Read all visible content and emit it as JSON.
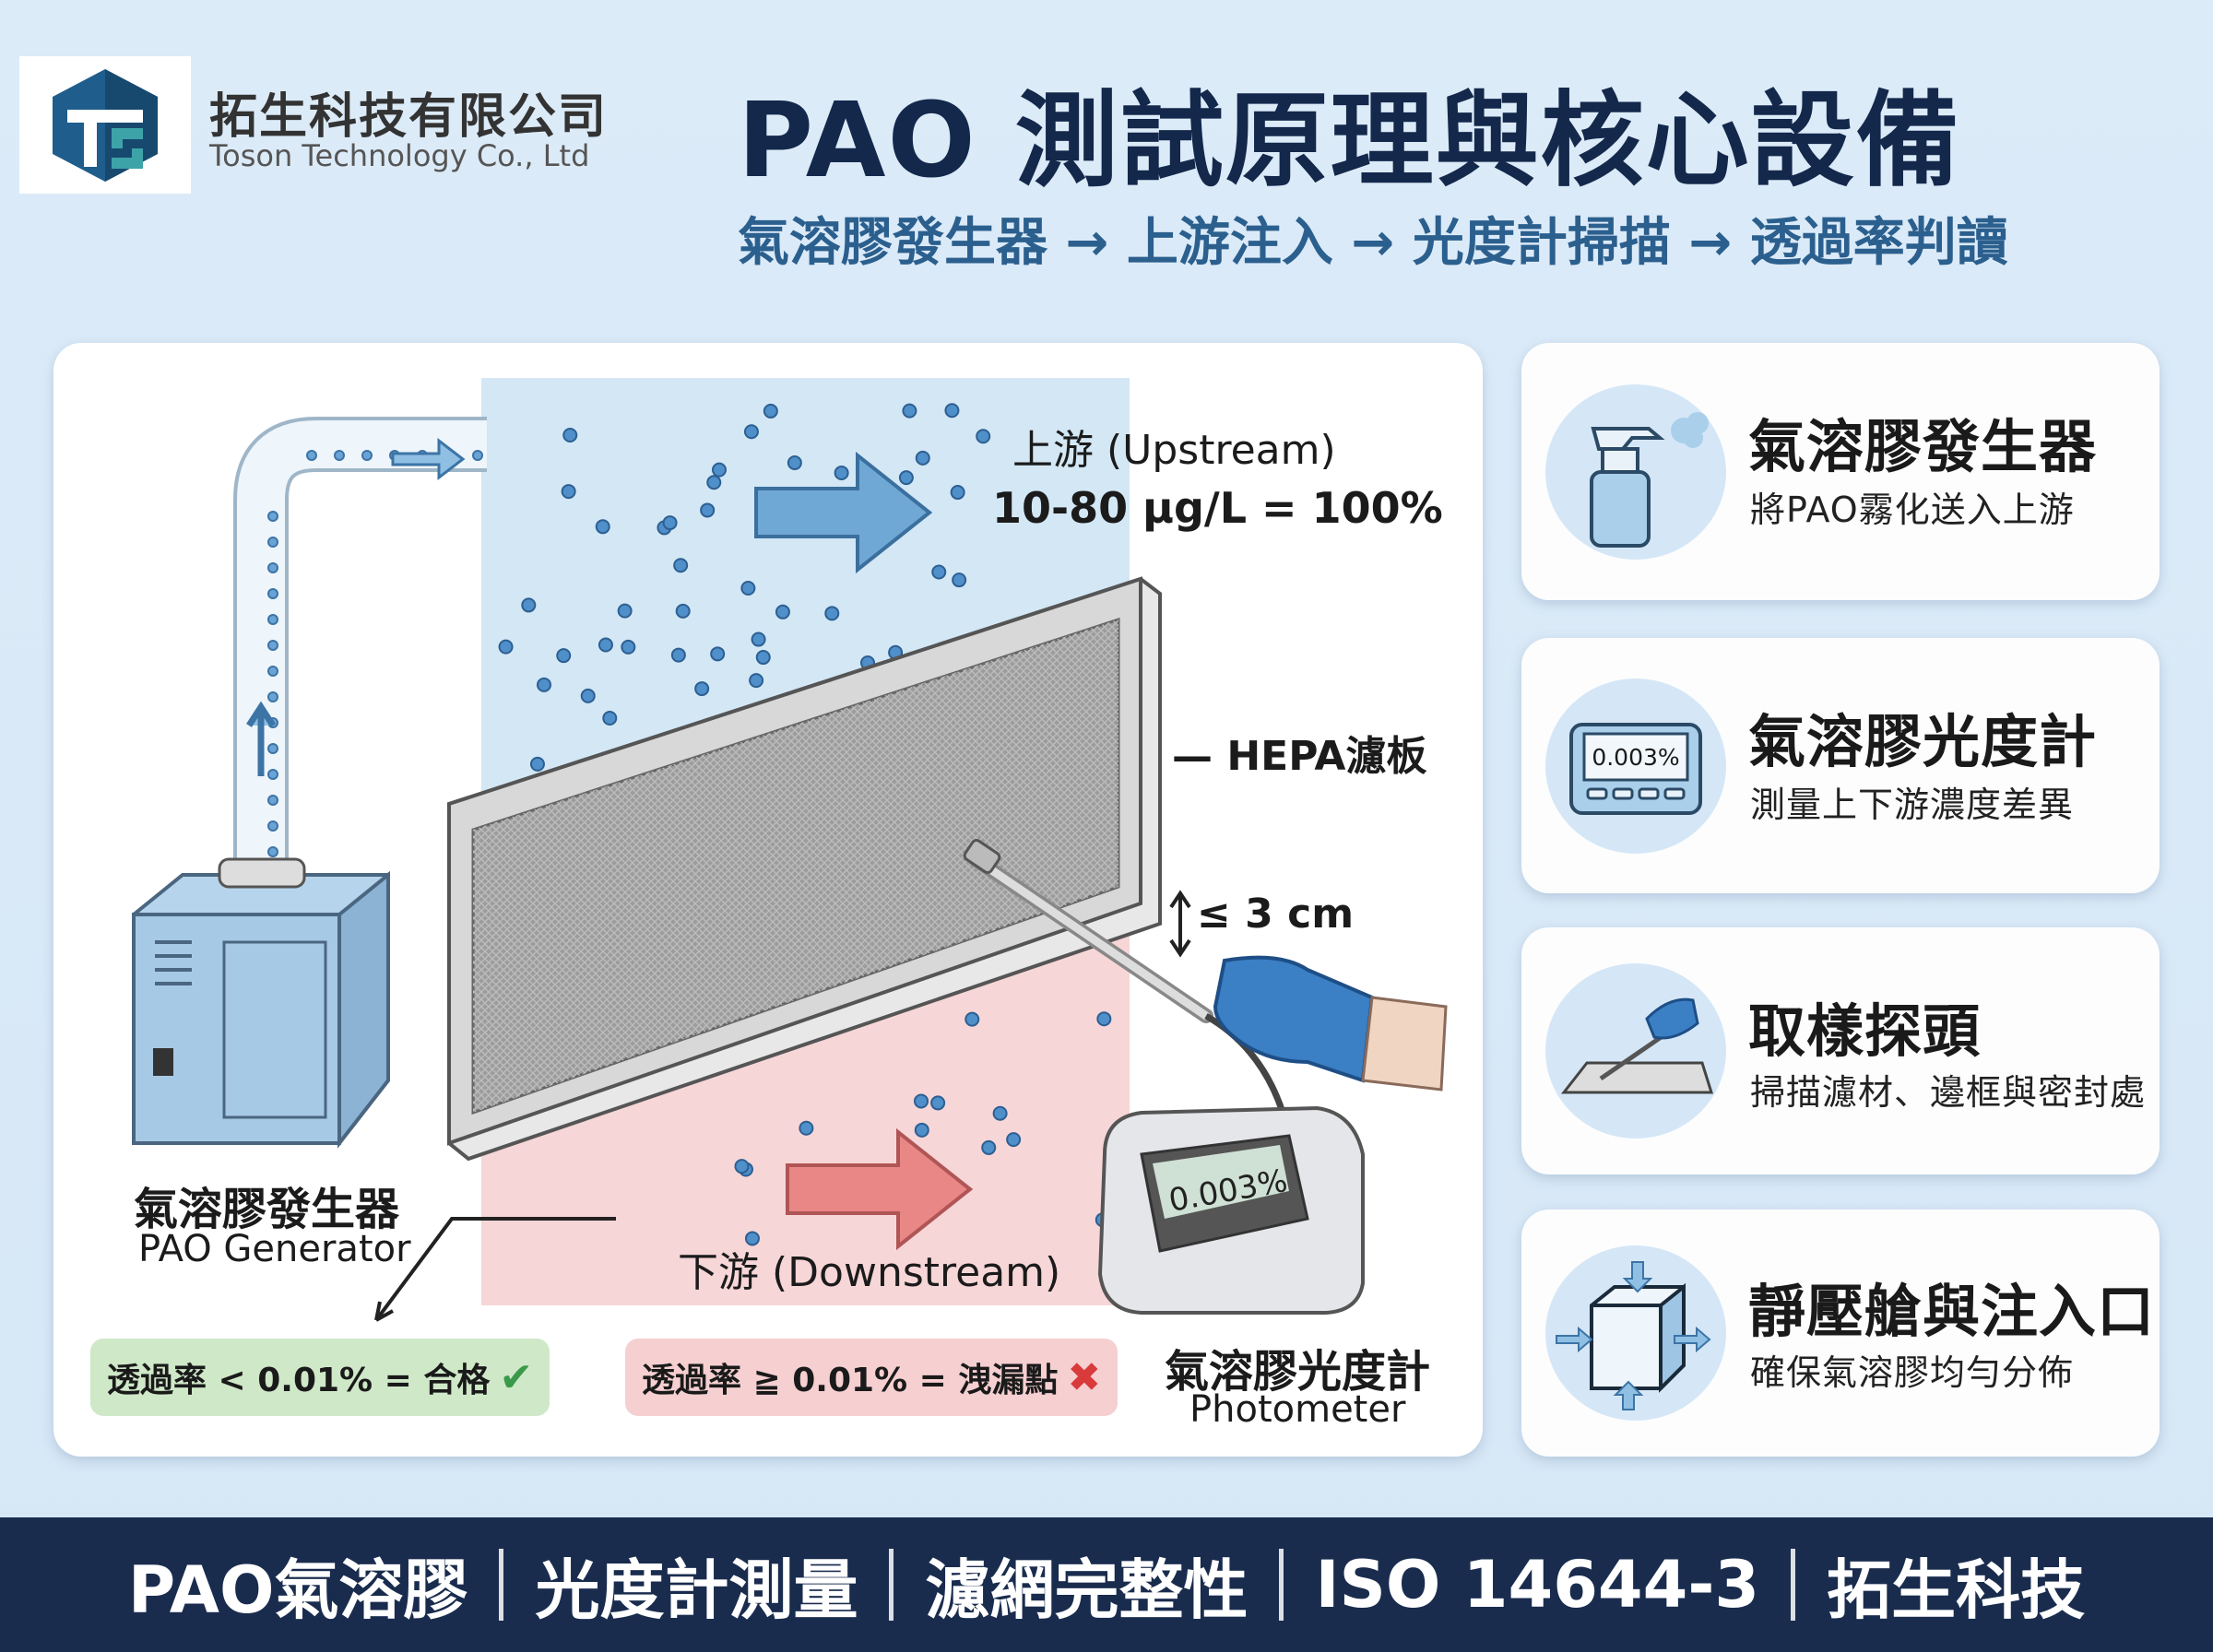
{
  "header": {
    "company_name": "拓生科技有限公司",
    "company_name_en": "Toson Technology Co., Ltd",
    "logo_text": "TS",
    "title": "PAO 測試原理與核心設備",
    "subtitle": "氣溶膠發生器 → 上游注入 → 光度計掃描 → 透過率判讀"
  },
  "diagram": {
    "upstream_label": "上游 (Upstream)",
    "upstream_concentration": "10-80 μg/L = 100%",
    "filter_label": "— HEPA濾板",
    "distance_label": "≤ 3 cm",
    "generator_label_zh": "氣溶膠發生器",
    "generator_label_en": "PAO Generator",
    "downstream_label": "下游 (Downstream)",
    "photometer_label_zh": "氣溶膠光度計",
    "photometer_label_en": "Photometer",
    "photometer_reading": "0.003%",
    "pass_badge": "透過率 < 0.01% = 合格",
    "fail_badge": "透過率 ≧ 0.01% = 洩漏點",
    "colors": {
      "upstream": "#d3e7f5",
      "downstream": "#f7d6d8",
      "pass": "#cfe8c8",
      "fail": "#f6cfd1"
    }
  },
  "cards": [
    {
      "title": "氣溶膠發生器",
      "desc": "將PAO霧化送入上游",
      "icon": "spray-bottle-icon"
    },
    {
      "title": "氣溶膠光度計",
      "desc": "測量上下游濃度差異",
      "icon": "photometer-icon",
      "reading": "0.003%"
    },
    {
      "title": "取樣探頭",
      "desc": "掃描濾材、邊框與密封處",
      "icon": "probe-icon"
    },
    {
      "title": "靜壓艙與注入口",
      "desc": "確保氣溶膠均勻分佈",
      "icon": "plenum-box-icon"
    }
  ],
  "footer": [
    "PAO氣溶膠",
    "光度計測量",
    "濾網完整性",
    "ISO 14644-3",
    "拓生科技"
  ]
}
